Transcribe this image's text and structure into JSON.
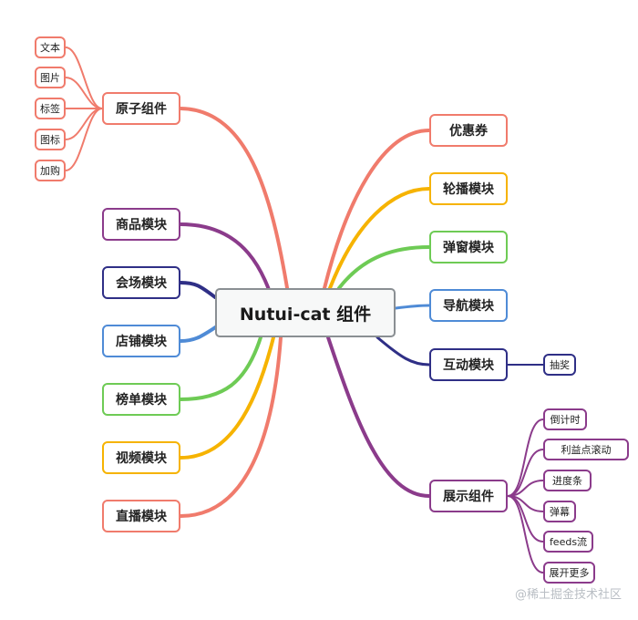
{
  "root": {
    "label": "Nutui-cat 组件"
  },
  "colors": {
    "red": "#f07b6c",
    "orange": "#f6b300",
    "green": "#6ecb55",
    "blue": "#4f8bd6",
    "navy": "#2f2f86",
    "purple": "#8b3b8b"
  },
  "branches": {
    "atomic": {
      "label": "原子组件",
      "color": "#f07b6c",
      "children": [
        "文本",
        "图片",
        "标签",
        "图标",
        "加购"
      ]
    },
    "goods": {
      "label": "商品模块",
      "color": "#8b3b8b"
    },
    "venue": {
      "label": "会场模块",
      "color": "#2f2f86"
    },
    "shop": {
      "label": "店铺模块",
      "color": "#4f8bd6"
    },
    "ranking": {
      "label": "榜单模块",
      "color": "#6ecb55"
    },
    "video": {
      "label": "视频模块",
      "color": "#f6b300"
    },
    "live": {
      "label": "直播模块",
      "color": "#f07b6c"
    },
    "coupon": {
      "label": "优惠券",
      "color": "#f07b6c"
    },
    "carousel": {
      "label": "轮播模块",
      "color": "#f6b300"
    },
    "popup": {
      "label": "弹窗模块",
      "color": "#6ecb55"
    },
    "nav": {
      "label": "导航模块",
      "color": "#4f8bd6"
    },
    "interact": {
      "label": "互动模块",
      "color": "#2f2f86",
      "children": [
        "抽奖"
      ]
    },
    "display": {
      "label": "展示组件",
      "color": "#8b3b8b",
      "children": [
        "倒计时",
        "利益点滚动",
        "进度条",
        "弹幕",
        "feeds流",
        "展开更多"
      ]
    }
  },
  "watermark": "@稀土掘金技术社区"
}
